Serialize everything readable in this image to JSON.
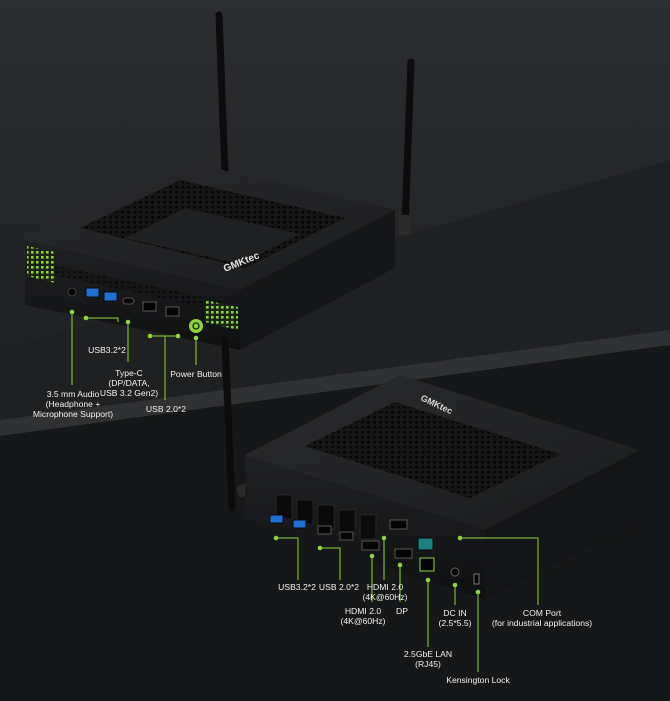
{
  "brand": "GMKtec",
  "accent_color": "#8fd43a",
  "top_unit": {
    "labels": {
      "audio": "3.5 mm Audio\n(Headphone +\nMicrophone Support)",
      "usb32": "USB3.2*2",
      "typec": "Type-C\n(DP/DATA,\nUSB 3.2 Gen2)",
      "usb20": "USB 2.0*2",
      "power": "Power Button"
    }
  },
  "bottom_unit": {
    "labels": {
      "usb32": "USB3.2*2",
      "usb20": "USB 2.0*2",
      "hdmi_a": "HDMI 2.0\n(4K@60Hz)",
      "hdmi_b": "HDMI 2.0\n(4K@60Hz)",
      "dp": "DP",
      "lan": "2.5GbE LAN\n(RJ45)",
      "dcin": "DC IN\n(2.5*5.5)",
      "com": "COM Port\n(for industrial applications)",
      "kensington": "Kensington Lock"
    }
  }
}
